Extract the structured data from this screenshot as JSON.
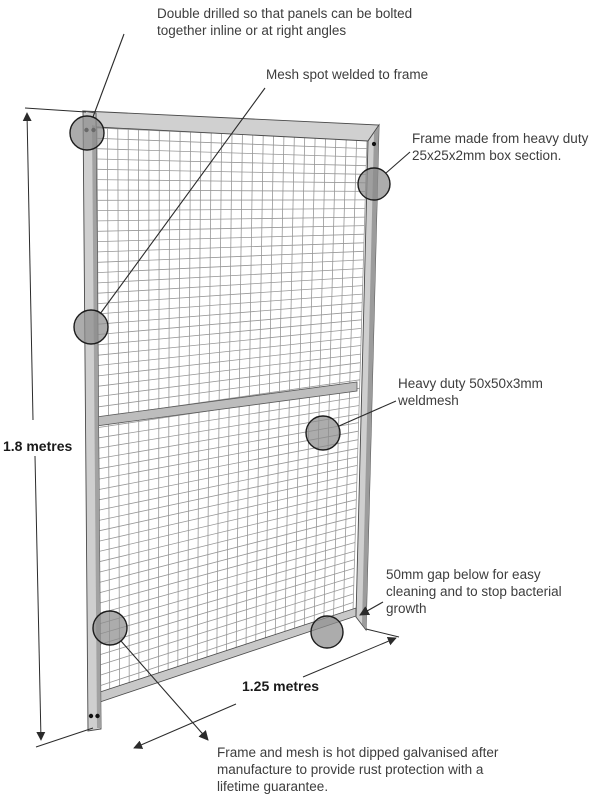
{
  "diagram": {
    "subject": "galvanised-weldmesh-panel",
    "annotations": {
      "double_drilled": "Double drilled so that panels can be bolted together inline or at right angles",
      "mesh_spot_welded": "Mesh spot welded to frame",
      "box_section": "Frame made from heavy duty 25x25x2mm box section.",
      "weldmesh": "Heavy duty 50x50x3mm weldmesh",
      "gap_below": "50mm gap below for easy cleaning and to stop bacterial growth",
      "galvanised": "Frame and mesh is hot dipped galvanised after manufacture to provide rust protection with a lifetime guarantee."
    },
    "dimensions": {
      "height_label": "1.8 metres",
      "width_label": "1.25 metres"
    },
    "colors": {
      "background": "#ffffff",
      "frame_fill": "#cfcfcf",
      "frame_shade": "#9e9e9e",
      "frame_outline": "#4a4a4a",
      "mesh_line": "#979797",
      "callout_circle_fill": "#8c8c8c",
      "callout_circle_stroke": "#1c1c1c",
      "line_color": "#2b2b2b",
      "text_color": "#3d3d3d"
    }
  }
}
